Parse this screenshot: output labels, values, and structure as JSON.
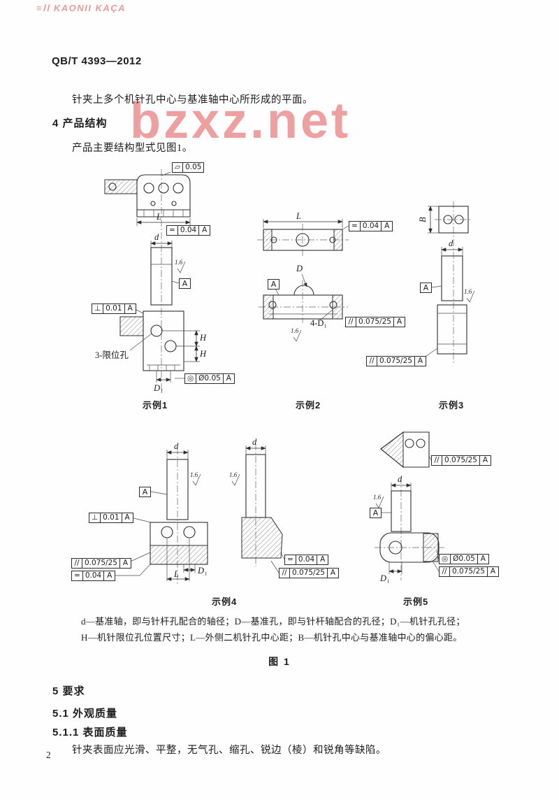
{
  "page": {
    "watermark_small": "≡ⅠⅠ KAONII KAÇA",
    "watermark_large": "bzxz.net",
    "header_code": "QB/T 4393—2012",
    "page_number": "2"
  },
  "content": {
    "para_plane": "针夹上多个机针孔中心与基准轴中心所形成的平面。",
    "sec4": "4  产品结构",
    "para_structure": "产品主要结构型式见图1。",
    "caption_line1": "d—基准轴，即与针杆孔配合的轴径；D—基准孔，即与针杆轴配合的孔径；D₁—机针孔孔径；",
    "caption_line2": "H—机针限位孔位置尺寸；L—外侧二机针孔中心距；B—机针孔中心与基准轴中心的偏心距。",
    "fig_label": "图 1",
    "sec5": "5  要求",
    "sec51": "5.1  外观质量",
    "sec511": "5.1.1  表面质量",
    "para_surface": "针夹表面应光滑、平整，无气孔、缩孔、锐边（棱）和锐角等缺陷。"
  },
  "figure": {
    "examples": [
      {
        "label": "示例1"
      },
      {
        "label": "示例2"
      },
      {
        "label": "示例3"
      },
      {
        "label": "示例4"
      },
      {
        "label": "示例5"
      }
    ],
    "tolerances": {
      "flatness": {
        "sym": "▱",
        "val": "0.05"
      },
      "symmetry": {
        "sym": "=",
        "val": "0.04",
        "datum": "A"
      },
      "perpendicularity": {
        "sym": "⊥",
        "val": "0.01",
        "datum": "A"
      },
      "concentricity": {
        "sym": "◎",
        "val": "Ø0.05",
        "datum": "A"
      },
      "parallelism": {
        "sym": "//",
        "val": "0.075/25",
        "datum": "A"
      }
    },
    "labels": {
      "L": "L",
      "d": "d",
      "D": "D",
      "D1": "D₁",
      "H": "H",
      "B": "B",
      "four_holes": "4-D₁",
      "three_holes": "3-限位孔",
      "datum": "A",
      "roughness": "1.6"
    }
  }
}
